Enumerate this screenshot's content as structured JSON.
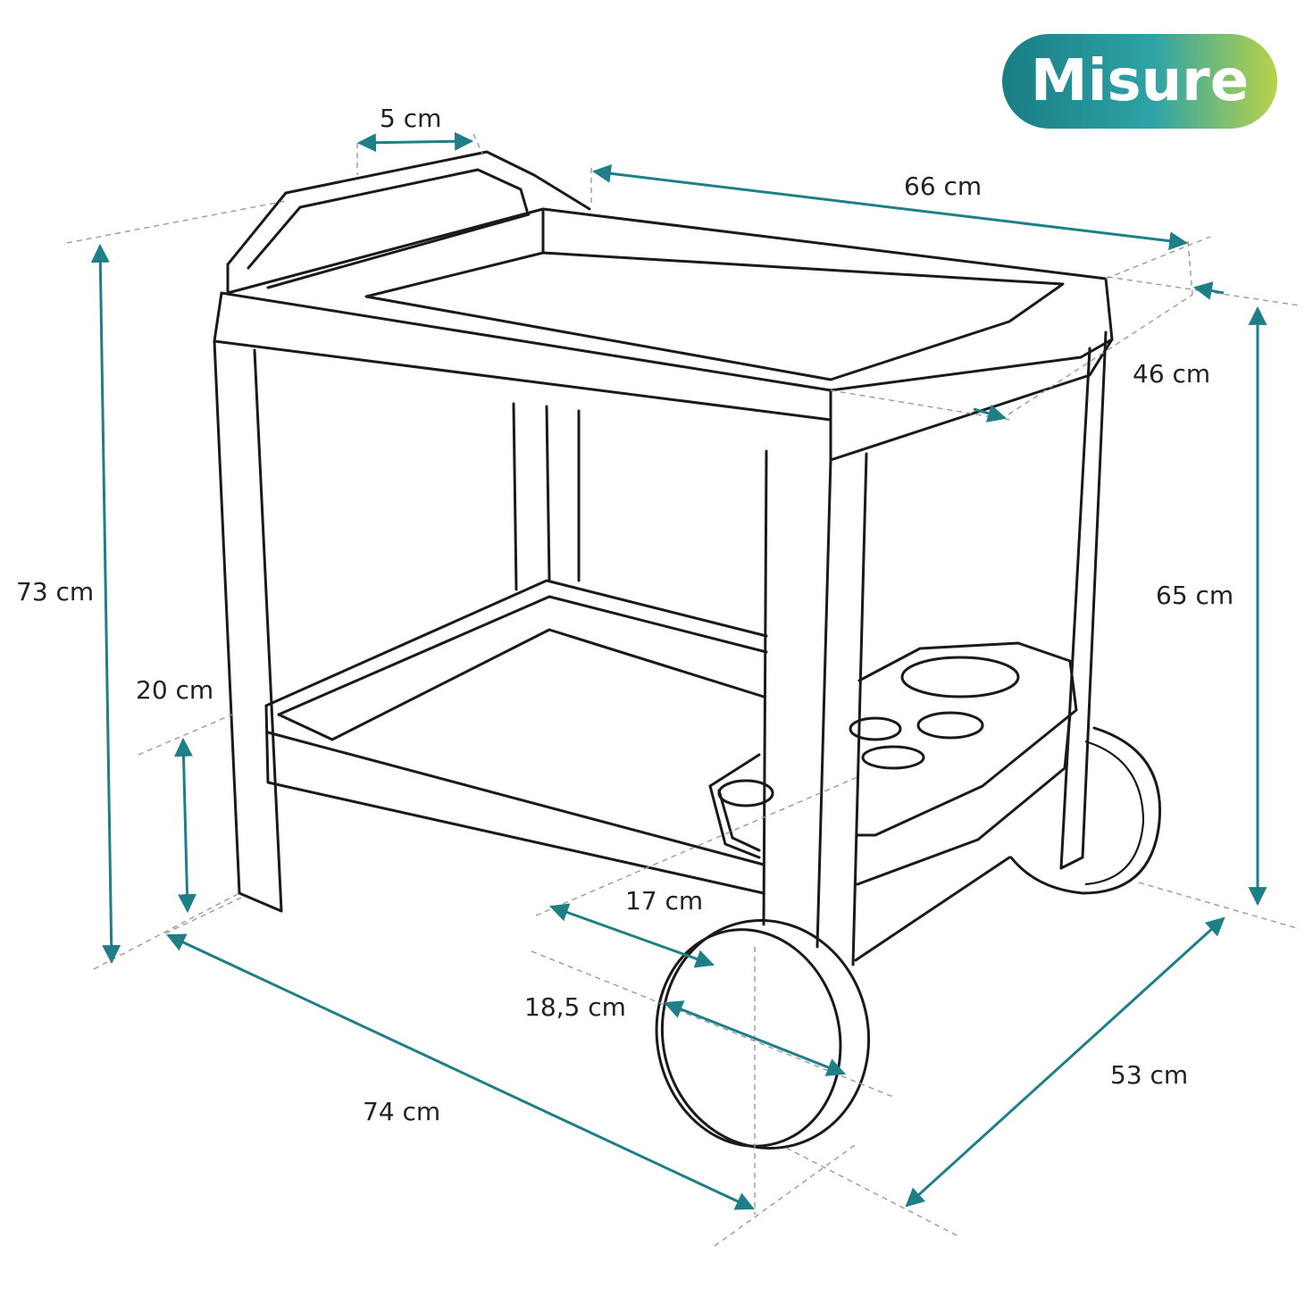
{
  "badge": {
    "label": "Misure",
    "gradient": [
      "#1a7d86",
      "#2ea3a6",
      "#b8d24a"
    ]
  },
  "accent_color": "#1f7f86",
  "dimensions": {
    "handle_width": "5 cm",
    "top_length": "66 cm",
    "top_depth": "46 cm",
    "total_height": "73 cm",
    "leg_height": "65 cm",
    "shelf_clearance": "20 cm",
    "wheel_width": "17 cm",
    "wheel_diameter": "18,5 cm",
    "total_length": "74 cm",
    "total_depth": "53 cm"
  }
}
